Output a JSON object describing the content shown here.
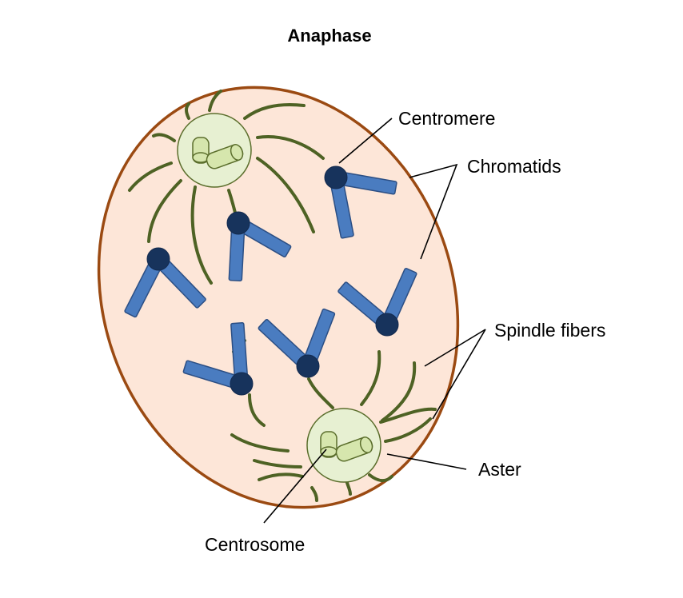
{
  "title": "Anaphase",
  "labels": {
    "centromere": "Centromere",
    "chromatids": "Chromatids",
    "spindle_fibers": "Spindle fibers",
    "aster": "Aster",
    "centrosome": "Centrosome"
  },
  "colors": {
    "cell_fill": "#fde6d8",
    "cell_membrane": "#9b4a12",
    "spindle_fiber": "#4e6224",
    "centrosome_fill": "#e7f0d2",
    "centriole_fill": "#d6e6ad",
    "chromatid": "#4a7cc0",
    "centromere": "#17335c"
  }
}
